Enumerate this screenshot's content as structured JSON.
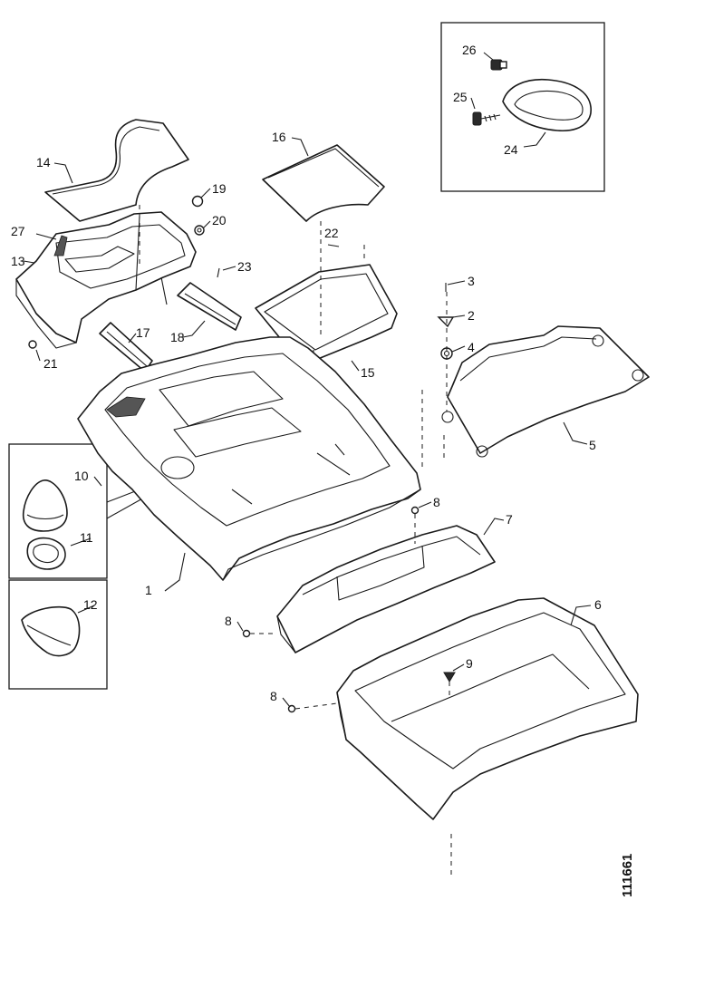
{
  "diagram": {
    "document_id": "111661",
    "callouts": [
      "1",
      "2",
      "3",
      "4",
      "5",
      "6",
      "7",
      "8",
      "9",
      "10",
      "11",
      "12",
      "13",
      "14",
      "15",
      "16",
      "17",
      "18",
      "19",
      "20",
      "21",
      "22",
      "23",
      "24",
      "25",
      "26",
      "27"
    ]
  }
}
